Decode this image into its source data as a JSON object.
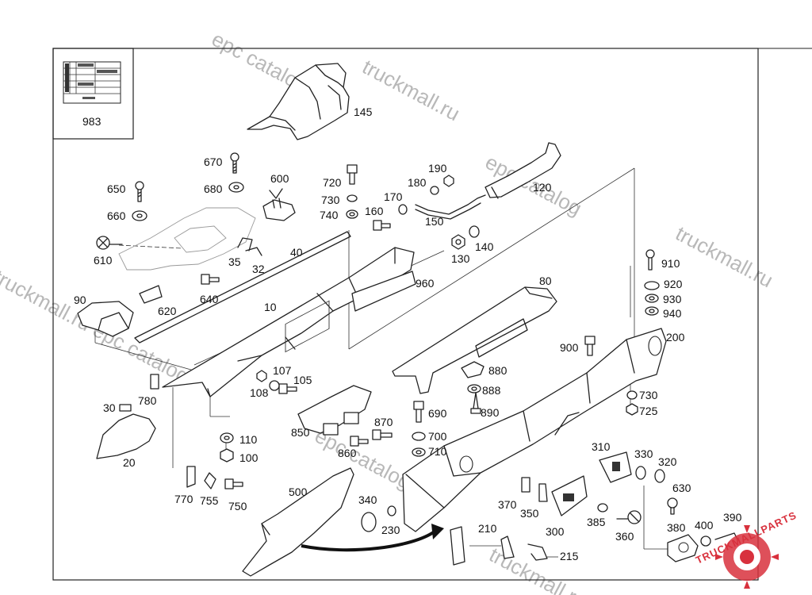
{
  "diagram": {
    "reference_box_label": "983",
    "callouts": [
      "145",
      "670",
      "680",
      "600",
      "720",
      "730",
      "740",
      "190",
      "180",
      "170",
      "160",
      "150",
      "120",
      "650",
      "660",
      "610",
      "35",
      "32",
      "40",
      "130",
      "140",
      "640",
      "620",
      "90",
      "10",
      "960",
      "80",
      "910",
      "920",
      "930",
      "940",
      "200",
      "900",
      "880",
      "888",
      "890",
      "107",
      "105",
      "108",
      "780",
      "30",
      "20",
      "850",
      "870",
      "860",
      "110",
      "100",
      "690",
      "700",
      "710",
      "730",
      "725",
      "310",
      "330",
      "320",
      "630",
      "770",
      "755",
      "750",
      "500",
      "340",
      "230",
      "370",
      "350",
      "300",
      "385",
      "360",
      "210",
      "215",
      "380",
      "400",
      "390"
    ]
  },
  "watermarks": {
    "site_a": "truckmall.ru",
    "site_b": "epc catalog",
    "site_c": "truckmall.ru epc catalog",
    "logo_text": "TRUCKMALLPARTS"
  },
  "colors": {
    "line": "#222222",
    "watermark": "#b8b8b8",
    "logo_red": "#d8313d"
  }
}
